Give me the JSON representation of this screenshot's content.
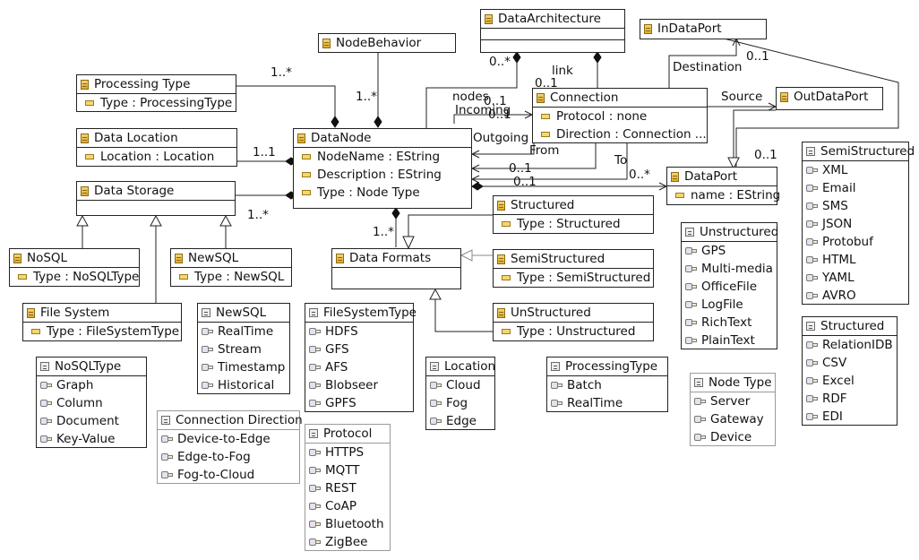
{
  "classes": {
    "node_behavior": {
      "name": "NodeBehavior"
    },
    "data_architecture": {
      "name": "DataArchitecture"
    },
    "in_data_port": {
      "name": "InDataPort"
    },
    "processing_type": {
      "name": "Processing Type",
      "attrs": [
        "Type : ProcessingType"
      ]
    },
    "connection": {
      "name": "Connection",
      "attrs": [
        "Protocol : none",
        "Direction : Connection ..."
      ]
    },
    "out_data_port": {
      "name": "OutDataPort"
    },
    "data_location": {
      "name": "Data Location",
      "attrs": [
        "Location : Location"
      ]
    },
    "data_node": {
      "name": "DataNode",
      "attrs": [
        "NodeName : EString",
        "Description : EString",
        "Type : Node Type"
      ]
    },
    "data_port": {
      "name": "DataPort",
      "attrs": [
        "name : EString"
      ]
    },
    "data_storage": {
      "name": "Data Storage"
    },
    "structured": {
      "name": "Structured",
      "attrs": [
        "Type : Structured"
      ]
    },
    "nosql": {
      "name": "NoSQL",
      "attrs": [
        "Type : NoSQLType"
      ]
    },
    "newsql": {
      "name": "NewSQL",
      "attrs": [
        "Type : NewSQL"
      ]
    },
    "data_formats": {
      "name": "Data Formats"
    },
    "semi_structured": {
      "name": "SemiStructured",
      "attrs": [
        "Type : SemiStructured"
      ]
    },
    "file_system": {
      "name": "File System",
      "attrs": [
        "Type : FileSystemType"
      ]
    },
    "unstructured": {
      "name": "UnStructured",
      "attrs": [
        "Type : Unstructured"
      ]
    }
  },
  "enums": {
    "semi_structured_enum": {
      "name": "SemiStructured",
      "literals": [
        "XML",
        "Email",
        "SMS",
        "JSON",
        "Protobuf",
        "HTML",
        "YAML",
        "AVRO"
      ]
    },
    "unstructured_enum": {
      "name": "Unstructured",
      "literals": [
        "GPS",
        "Multi-media",
        "OfficeFile",
        "LogFile",
        "RichText",
        "PlainText"
      ]
    },
    "structured_enum": {
      "name": "Structured",
      "literals": [
        "RelationIDB",
        "CSV",
        "Excel",
        "RDF",
        "EDI"
      ]
    },
    "newsql_enum": {
      "name": "NewSQL",
      "literals": [
        "RealTime",
        "Stream",
        "Timestamp",
        "Historical"
      ]
    },
    "file_system_type": {
      "name": "FileSystemType",
      "literals": [
        "HDFS",
        "GFS",
        "AFS",
        "Blobseer",
        "GPFS"
      ]
    },
    "nosql_type": {
      "name": "NoSQLType",
      "literals": [
        "Graph",
        "Column",
        "Document",
        "Key-Value"
      ]
    },
    "location": {
      "name": "Location",
      "literals": [
        "Cloud",
        "Fog",
        "Edge"
      ]
    },
    "processing_type_enum": {
      "name": "ProcessingType",
      "literals": [
        "Batch",
        "RealTime"
      ]
    },
    "node_type": {
      "name": "Node Type",
      "literals": [
        "Server",
        "Gateway",
        "Device"
      ]
    },
    "connection_direction": {
      "name": "Connection Direction",
      "literals": [
        "Device-to-Edge",
        "Edge-to-Fog",
        "Fog-to-Cloud"
      ]
    },
    "protocol": {
      "name": "Protocol",
      "literals": [
        "HTTPS",
        "MQTT",
        "REST",
        "CoAP",
        "Bluetooth",
        "ZigBee"
      ]
    }
  },
  "edge_labels": {
    "mult_processing": "1..*",
    "mult_behavior": "1..*",
    "mult_arch_nodes": "0..*",
    "link": "link",
    "mult_link": "0..1",
    "nodes": "nodes",
    "mult_in_1": "0..1",
    "incoming": "Incoming",
    "mult_in_2": "0..1",
    "destination": "Destination",
    "mult_dest": "0..1",
    "source": "Source",
    "mult_location": "1..1",
    "outgoing": "Outgoing",
    "from": "From",
    "to": "To",
    "mult_src": "0..1",
    "mult_port_a": "0..1",
    "mult_port_b": "0..*",
    "mult_port_c": "0..1",
    "mult_storage": "1..*",
    "mult_formats": "1..*"
  }
}
